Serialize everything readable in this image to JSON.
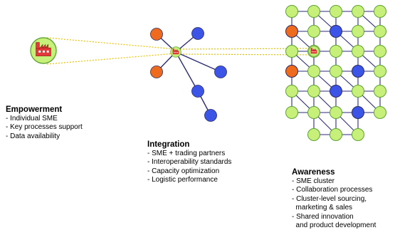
{
  "stages": [
    {
      "id": "empowerment",
      "title": "Empowerment",
      "items": [
        "- Individual SME",
        "- Key processes support",
        "- Data availability"
      ]
    },
    {
      "id": "integration",
      "title": "Integration",
      "items": [
        "- SME + trading partners",
        "- Interoperability standards",
        "- Capacity optimization",
        "- Logistic performance"
      ]
    },
    {
      "id": "awareness",
      "title": "Awareness",
      "items": [
        "- SME cluster",
        "- Collaboration processes",
        "- Cluster-level sourcing,",
        "  marketing & sales",
        "- Shared innovation",
        "  and product development"
      ]
    }
  ],
  "colors": {
    "green_node": "#c6f07a",
    "green_stroke": "#5ea232",
    "blue_node": "#3d55e6",
    "orange_node": "#ee6a1e",
    "node_stroke": "#2a2a60",
    "link": "#2b2b77",
    "dotted_line": "#e9c100",
    "sme_icon": "#e23a3a"
  },
  "icons": [
    "sme-factory-icon"
  ]
}
